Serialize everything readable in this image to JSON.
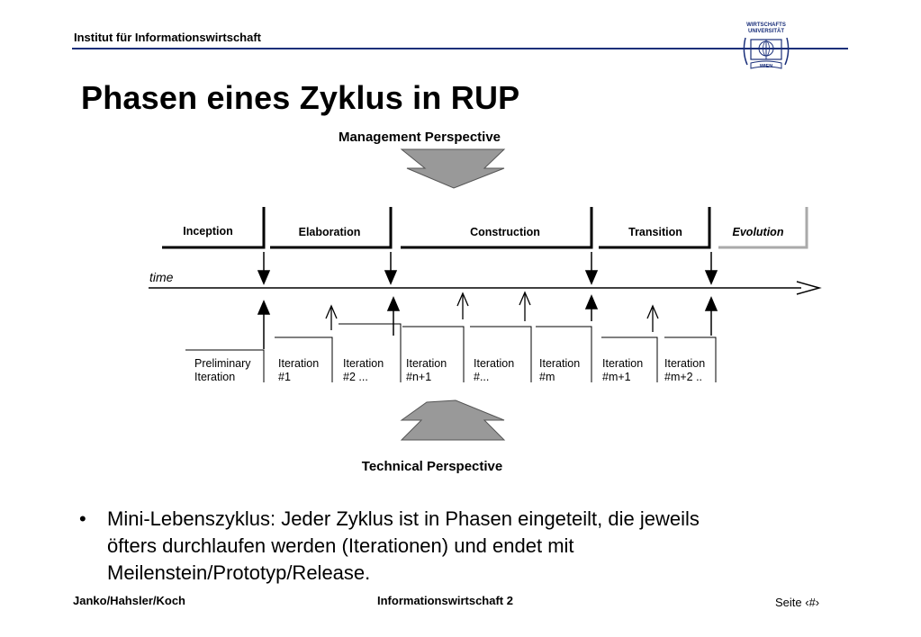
{
  "header": {
    "institute": "Institut für Informationswirtschaft",
    "logo_text_top": [
      "WIRTSCHAFTS",
      "UNIVERSITÄT"
    ],
    "logo_text_bottom": "WIEN"
  },
  "slide": {
    "title": "Phasen eines Zyklus in RUP"
  },
  "diagram": {
    "management_label": "Management Perspective",
    "technical_label": "Technical Perspective",
    "time_label": "time",
    "phases": [
      "Inception",
      "Elaboration",
      "Construction",
      "Transition",
      "Evolution"
    ],
    "iterations": [
      [
        "Preliminary",
        "Iteration"
      ],
      [
        "Iteration",
        "#1"
      ],
      [
        "Iteration",
        "#2 ..."
      ],
      [
        "Iteration",
        "#n+1"
      ],
      [
        "Iteration",
        "#..."
      ],
      [
        "Iteration",
        "#m"
      ],
      [
        "Iteration",
        "#m+1"
      ],
      [
        "Iteration",
        "#m+2 .."
      ]
    ]
  },
  "body": {
    "bullet": "•",
    "text_lines": [
      "Mini-Lebenszyklus: Jeder Zyklus ist in Phasen eingeteilt, die jeweils",
      "öfters durchlaufen werden (Iterationen) und endet mit",
      "Meilenstein/Prototyp/Release."
    ]
  },
  "footer": {
    "authors": "Janko/Hahsler/Koch",
    "course": "Informationswirtschaft 2",
    "page": "Seite ‹#›"
  }
}
